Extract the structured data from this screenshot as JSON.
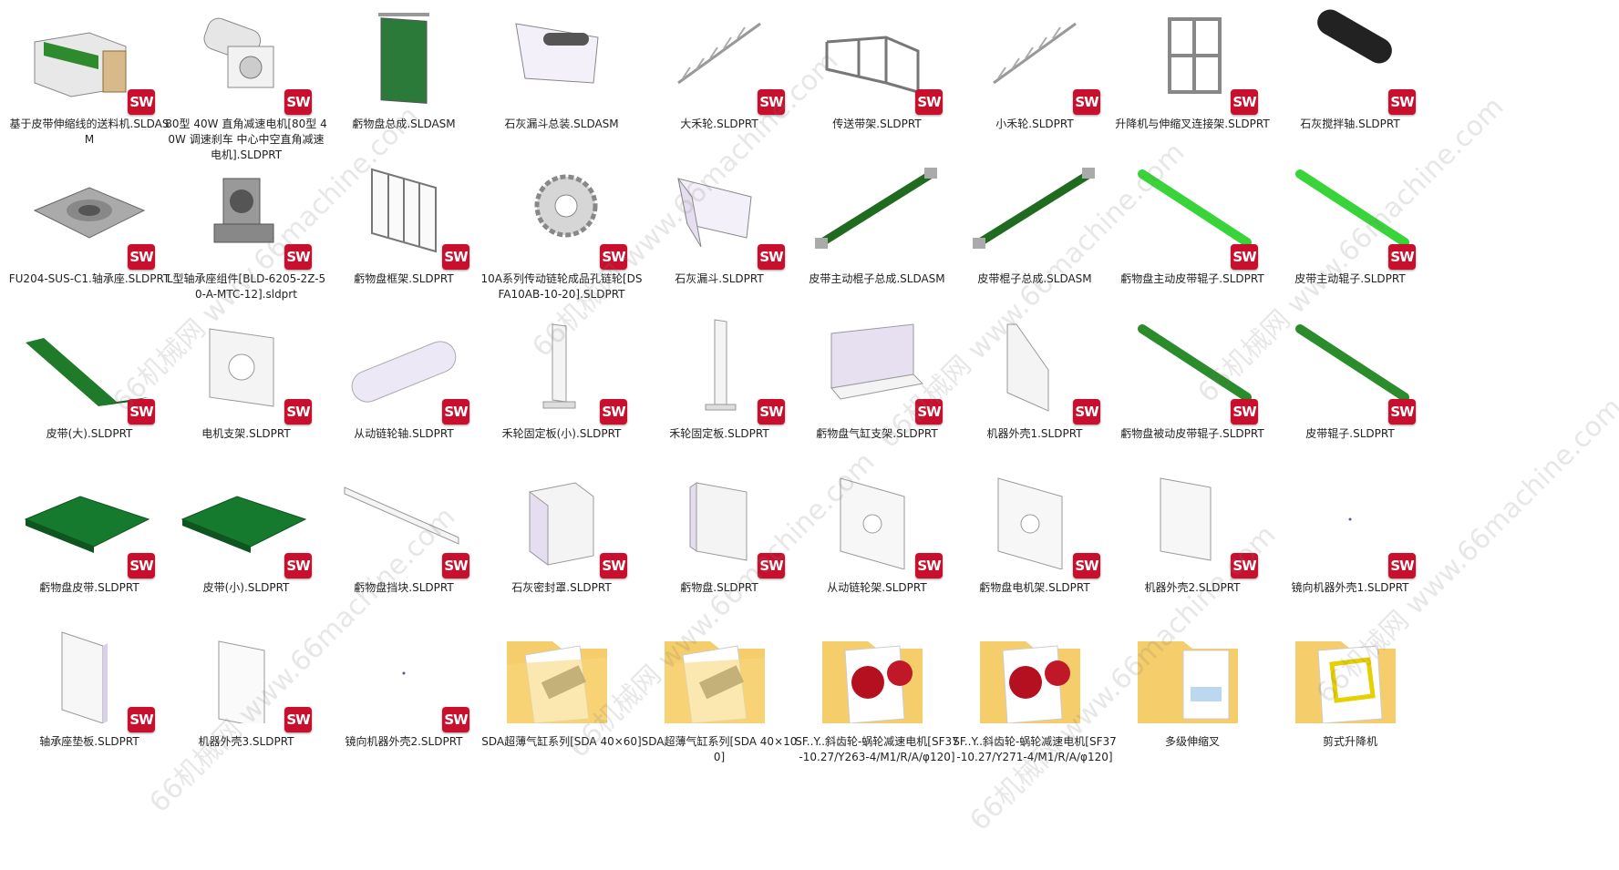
{
  "files": [
    {
      "label": "基于皮带伸缩线的送料机.SLDASM",
      "shape": "machine",
      "badge": true
    },
    {
      "label": "80型 40W 直角减速电机[80型 40W 调速刹车 中心中空直角减速电机].SLDPRT",
      "shape": "motor",
      "badge": true
    },
    {
      "label": "虧物盘总成.SLDASM",
      "shape": "panel-green",
      "badge": false
    },
    {
      "label": "石灰漏斗总装.SLDASM",
      "shape": "hopper-roller",
      "badge": false
    },
    {
      "label": "大禾轮.SLDPRT",
      "shape": "auger",
      "badge": true
    },
    {
      "label": "传送带架.SLDPRT",
      "shape": "frame",
      "badge": true
    },
    {
      "label": "小禾轮.SLDPRT",
      "shape": "auger",
      "badge": true
    },
    {
      "label": "升降机与伸缩叉连接架.SLDPRT",
      "shape": "cage",
      "badge": true
    },
    {
      "label": "石灰搅拌轴.SLDPRT",
      "shape": "black-roller",
      "badge": true
    },
    {
      "label": "FU204-SUS-C1.轴承座.SLDPRT",
      "shape": "bearing",
      "badge": true
    },
    {
      "label": "L型轴承座组件[BLD-6205-2Z-50-A-MTC-12].sldprt",
      "shape": "lbearing",
      "badge": true
    },
    {
      "label": "虧物盘框架.SLDPRT",
      "shape": "window-frame",
      "badge": true
    },
    {
      "label": "10A系列传动链轮成品孔链轮[DSFA10AB-10-20].SLDPRT",
      "shape": "sprocket",
      "badge": true
    },
    {
      "label": "石灰漏斗.SLDPRT",
      "shape": "hopper",
      "badge": true
    },
    {
      "label": "皮带主动棍子总成.SLDASM",
      "shape": "green-roller",
      "badge": false
    },
    {
      "label": "皮带棍子总成.SLDASM",
      "shape": "green-roller",
      "badge": false
    },
    {
      "label": "虧物盘主动皮带辊子.SLDPRT",
      "shape": "bright-roller",
      "badge": true
    },
    {
      "label": "皮带主动辊子.SLDPRT",
      "shape": "bright-roller",
      "badge": true
    },
    {
      "label": "皮带(大).SLDPRT",
      "shape": "belt-big",
      "badge": true
    },
    {
      "label": "电机支架.SLDPRT",
      "shape": "plate-hole",
      "badge": true
    },
    {
      "label": "从动链轮轴.SLDPRT",
      "shape": "shaft",
      "badge": true
    },
    {
      "label": "禾轮固定板(小).SLDPRT",
      "shape": "bracket",
      "badge": true
    },
    {
      "label": "禾轮固定板.SLDPRT",
      "shape": "bracket-tall",
      "badge": true
    },
    {
      "label": "虧物盘气缸支架.SLDPRT",
      "shape": "angle-bracket",
      "badge": true
    },
    {
      "label": "机器外壳1.SLDPRT",
      "shape": "shell-slant",
      "badge": true
    },
    {
      "label": "虧物盘被动皮带辊子.SLDPRT",
      "shape": "dark-roller",
      "badge": true
    },
    {
      "label": "皮带辊子.SLDPRT",
      "shape": "dark-roller",
      "badge": true
    },
    {
      "label": "虧物盘皮带.SLDPRT",
      "shape": "green-sheet",
      "badge": true
    },
    {
      "label": "皮带(小).SLDPRT",
      "shape": "green-sheet",
      "badge": true
    },
    {
      "label": "虧物盘挡块.SLDPRT",
      "shape": "rail",
      "badge": true
    },
    {
      "label": "石灰密封罩.SLDPRT",
      "shape": "box",
      "badge": true
    },
    {
      "label": "虧物盘.SLDPRT",
      "shape": "tray",
      "badge": true
    },
    {
      "label": "从动链轮架.SLDPRT",
      "shape": "plate-round-hole",
      "badge": true
    },
    {
      "label": "虧物盘电机架.SLDPRT",
      "shape": "plate-round-hole",
      "badge": true
    },
    {
      "label": "机器外壳2.SLDPRT",
      "shape": "shell-flat",
      "badge": true
    },
    {
      "label": "镜向机器外壳1.SLDPRT",
      "shape": "empty",
      "badge": true
    },
    {
      "label": "轴承座垫板.SLDPRT",
      "shape": "pad",
      "badge": true
    },
    {
      "label": "机器外壳3.SLDPRT",
      "shape": "sheet",
      "badge": true
    },
    {
      "label": "镜向机器外壳2.SLDPRT",
      "shape": "empty",
      "badge": true
    },
    {
      "label": "SDA超薄气缸系列[SDA 40×60]",
      "shape": "folder-cyl",
      "badge": false
    },
    {
      "label": "SDA超薄气缸系列[SDA 40×100]",
      "shape": "folder-cyl",
      "badge": false
    },
    {
      "label": "SF..Y..斜齿轮-蜗轮减速电机[SF37-10.27/Y263-4/M1/R/A/φ120]",
      "shape": "folder-red",
      "badge": false
    },
    {
      "label": "SF..Y..斜齿轮-蜗轮减速电机[SF37-10.27/Y271-4/M1/R/A/φ120]",
      "shape": "folder-red",
      "badge": false
    },
    {
      "label": "多级伸缩叉",
      "shape": "folder-doc",
      "badge": false
    },
    {
      "label": "剪式升降机",
      "shape": "folder-yellow",
      "badge": false
    }
  ],
  "badge_text": {
    "s": "S",
    "w": "W"
  },
  "watermark": "66机械网 www.66machine.com"
}
